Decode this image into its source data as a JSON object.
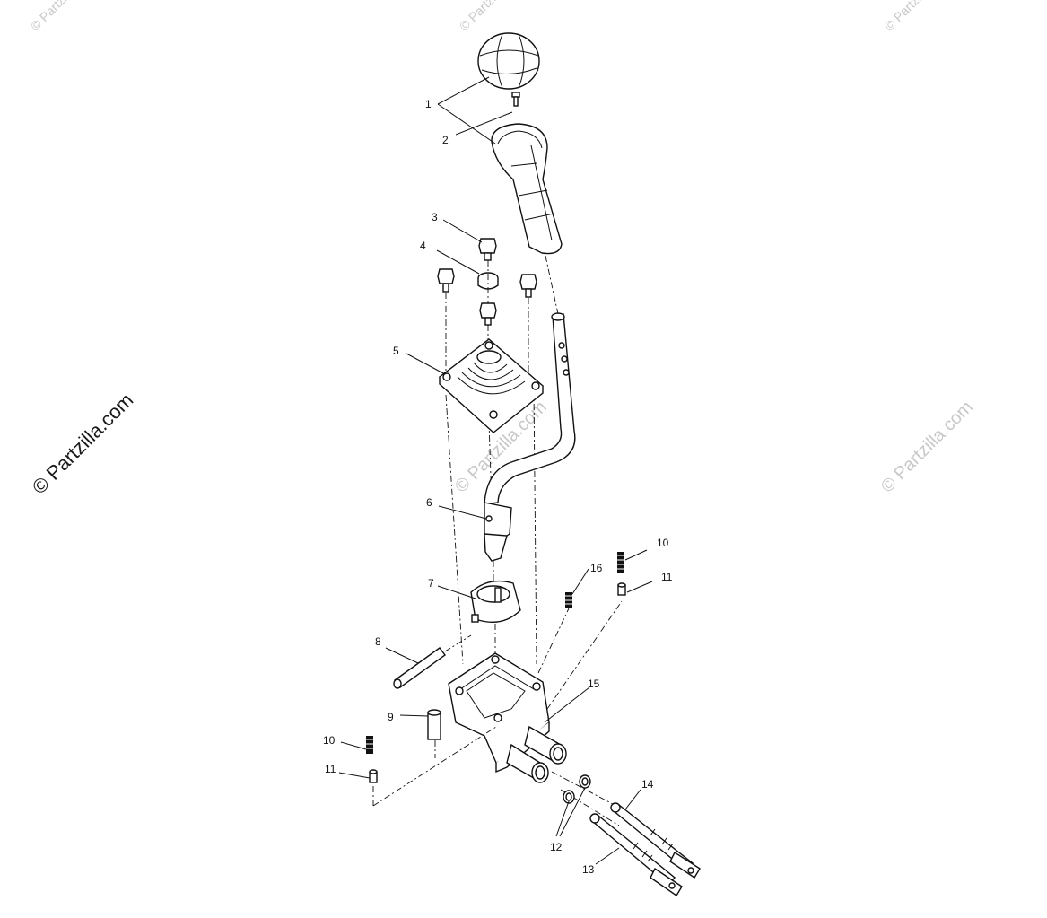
{
  "watermarks": {
    "main": "© Partzilla.com",
    "faint": "© Partzilla.com"
  },
  "callouts": {
    "c1": "1",
    "c2": "2",
    "c3": "3",
    "c4": "4",
    "c5": "5",
    "c6": "6",
    "c7": "7",
    "c8": "8",
    "c9": "9",
    "c10a": "10",
    "c10b": "10",
    "c11a": "11",
    "c11b": "11",
    "c12": "12",
    "c13": "13",
    "c14": "14",
    "c15": "15",
    "c16": "16"
  },
  "colors": {
    "line": "#111111",
    "watermark": "#c8c8c8"
  }
}
